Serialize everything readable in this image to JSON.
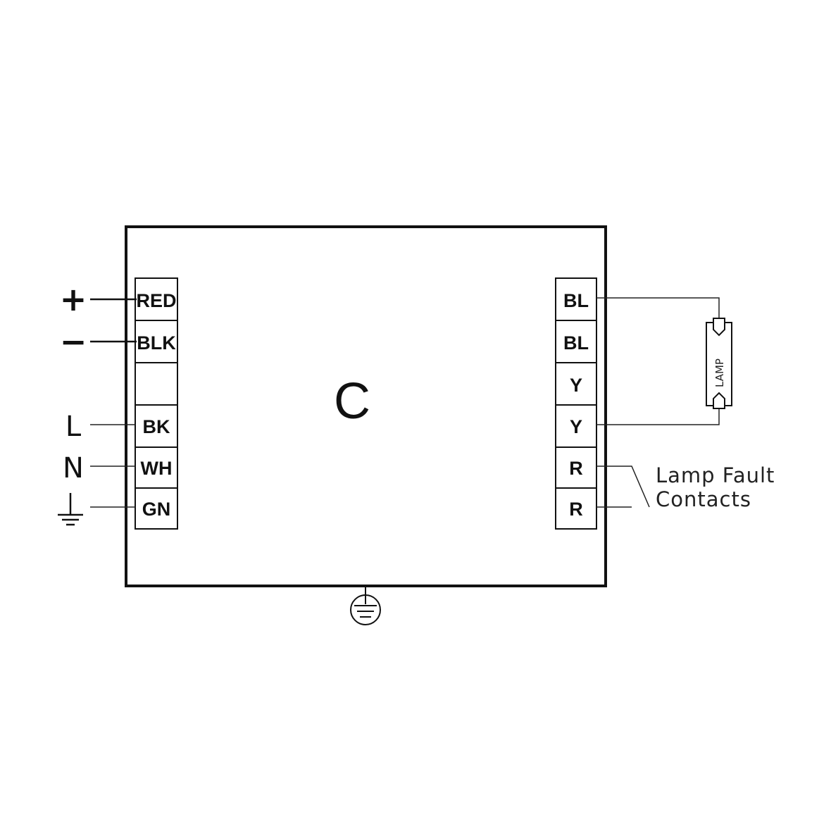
{
  "center_label": "C",
  "left_terminals": [
    {
      "label": "RED",
      "side": "+"
    },
    {
      "label": "BLK",
      "side": "−"
    },
    {
      "label": "",
      "side": ""
    },
    {
      "label": "BK",
      "side": "L"
    },
    {
      "label": "WH",
      "side": "N"
    },
    {
      "label": "GN",
      "side": ""
    }
  ],
  "right_terminals": [
    "BL",
    "BL",
    "Y",
    "Y",
    "R",
    "R"
  ],
  "lamp_label": "LAMP",
  "fault_note": {
    "line1": "Lamp Fault",
    "line2": "Contacts"
  },
  "icons": [
    "ground-icon",
    "chassis-ground-icon",
    "lamp-icon"
  ]
}
